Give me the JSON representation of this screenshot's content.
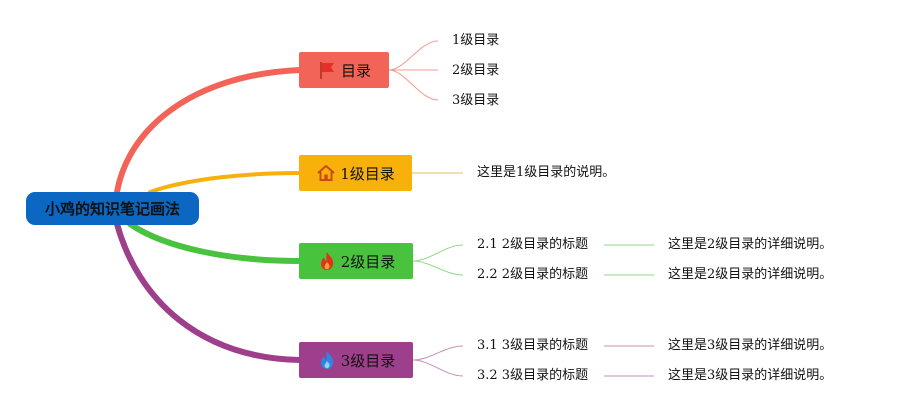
{
  "root": {
    "label": "小鸡的知识笔记画法"
  },
  "branches": [
    {
      "label": "目录",
      "icon": "red-flag-icon",
      "color": "#f26457",
      "text_color": "#111111",
      "children": [
        {
          "label": "1级目录"
        },
        {
          "label": "2级目录"
        },
        {
          "label": "3级目录"
        }
      ]
    },
    {
      "label": "1级目录",
      "icon": "house-icon",
      "color": "#f8b00b",
      "text_color": "#111111",
      "note": "这里是1级目录的说明。"
    },
    {
      "label": "2级目录",
      "icon": "red-flame-icon",
      "color": "#49c33e",
      "text_color": "#111111",
      "children": [
        {
          "label": "2.1 2级目录的标题",
          "detail": "这里是2级目录的详细说明。"
        },
        {
          "label": "2.2 2级目录的标题",
          "detail": "这里是2级目录的详细说明。"
        }
      ]
    },
    {
      "label": "3级目录",
      "icon": "blue-flame-icon",
      "color": "#9e3f8c",
      "text_color": "#111111",
      "children": [
        {
          "label": "3.1 3级目录的标题",
          "detail": "这里是3级目录的详细说明。"
        },
        {
          "label": "3.2 3级目录的标题",
          "detail": "这里是3级目录的详细说明。"
        }
      ]
    }
  ]
}
